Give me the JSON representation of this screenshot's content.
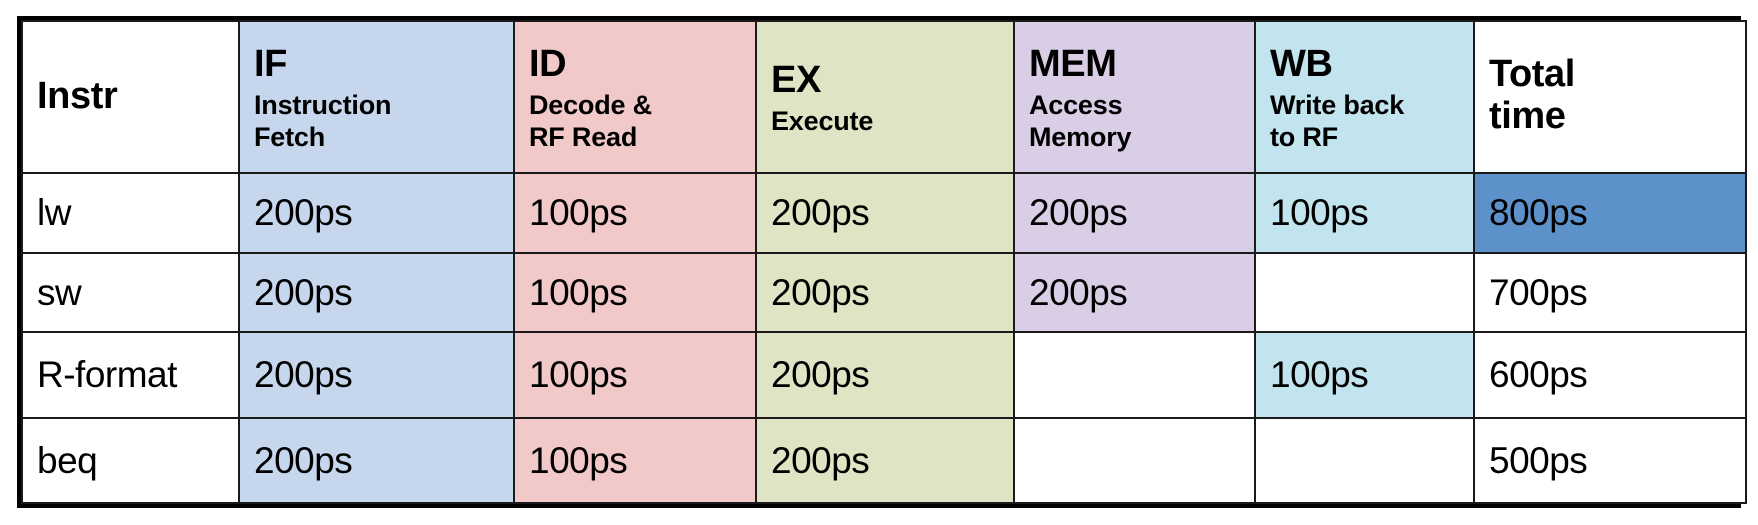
{
  "table": {
    "columns": [
      {
        "key": "instr",
        "abbr": "Instr",
        "desc": "",
        "fill": "none"
      },
      {
        "key": "if",
        "abbr": "IF",
        "desc": "Instruction\nFetch",
        "fill": "if"
      },
      {
        "key": "id",
        "abbr": "ID",
        "desc": "Decode &\nRF Read",
        "fill": "id"
      },
      {
        "key": "ex",
        "abbr": "EX",
        "desc": "Execute",
        "fill": "ex"
      },
      {
        "key": "mem",
        "abbr": "MEM",
        "desc": "Access\nMemory",
        "fill": "mem"
      },
      {
        "key": "wb",
        "abbr": "WB",
        "desc": "Write back\nto RF",
        "fill": "wb"
      },
      {
        "key": "total",
        "abbr": "Total\ntime",
        "desc": "",
        "fill": "none"
      }
    ],
    "rows": [
      {
        "instr": "lw",
        "cells": [
          {
            "value": "200ps",
            "fill": "if"
          },
          {
            "value": "100ps",
            "fill": "id"
          },
          {
            "value": "200ps",
            "fill": "ex"
          },
          {
            "value": "200ps",
            "fill": "mem"
          },
          {
            "value": "100ps",
            "fill": "wb"
          },
          {
            "value": "800ps",
            "fill": "highlight"
          }
        ]
      },
      {
        "instr": "sw",
        "cells": [
          {
            "value": "200ps",
            "fill": "if"
          },
          {
            "value": "100ps",
            "fill": "id"
          },
          {
            "value": "200ps",
            "fill": "ex"
          },
          {
            "value": "200ps",
            "fill": "mem"
          },
          {
            "value": "",
            "fill": "none"
          },
          {
            "value": "700ps",
            "fill": "none"
          }
        ]
      },
      {
        "instr": "R-format",
        "cells": [
          {
            "value": "200ps",
            "fill": "if"
          },
          {
            "value": "100ps",
            "fill": "id"
          },
          {
            "value": "200ps",
            "fill": "ex"
          },
          {
            "value": "",
            "fill": "none"
          },
          {
            "value": "100ps",
            "fill": "wb"
          },
          {
            "value": "600ps",
            "fill": "none"
          }
        ]
      },
      {
        "instr": "beq",
        "cells": [
          {
            "value": "200ps",
            "fill": "if"
          },
          {
            "value": "100ps",
            "fill": "id"
          },
          {
            "value": "200ps",
            "fill": "ex"
          },
          {
            "value": "",
            "fill": "none"
          },
          {
            "value": "",
            "fill": "none"
          },
          {
            "value": "500ps",
            "fill": "none"
          }
        ]
      }
    ]
  },
  "colors": {
    "if": "#c6d7ed",
    "id": "#f2c9c9",
    "ex": "#dee5c5",
    "mem": "#d9cee6",
    "wb": "#c2e4ee",
    "highlight": "#5d91c9",
    "border": "#1a1a1a",
    "text": "#000000"
  }
}
